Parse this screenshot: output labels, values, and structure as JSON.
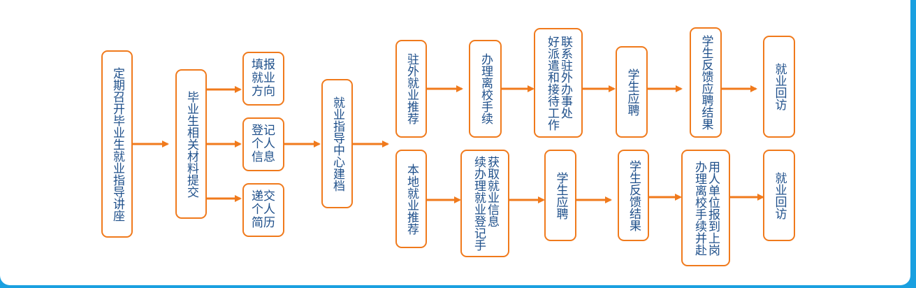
{
  "colors": {
    "accent": "#f07a1c",
    "text": "#1e4f8a",
    "frame": "#1aa0e0"
  },
  "diagram": {
    "nodes": {
      "lecture": "定期召开毕业生就业指导讲座",
      "submit": "毕业生相关材料提交",
      "fill": "填报就业方向",
      "register": "登记个人信息",
      "resume": "递交个人简历",
      "center": "就业指导中心建档",
      "remote": "驻外就业推荐",
      "leave1": "办理离校手续",
      "contact": "联系驻外办事处\n好派遣和接待工作",
      "apply1": "学生应聘",
      "feedback1": "学生反馈应聘结果",
      "visit1": "就业回访",
      "local": "本地就业推荐",
      "getinfo": "获取就业信息\n续办理就业登记手",
      "apply2": "学生应聘",
      "feedback2": "学生反馈结果",
      "leave2": "用人单位报到上岗\n办理离校手续并赴",
      "visit2": "就业回访"
    }
  }
}
